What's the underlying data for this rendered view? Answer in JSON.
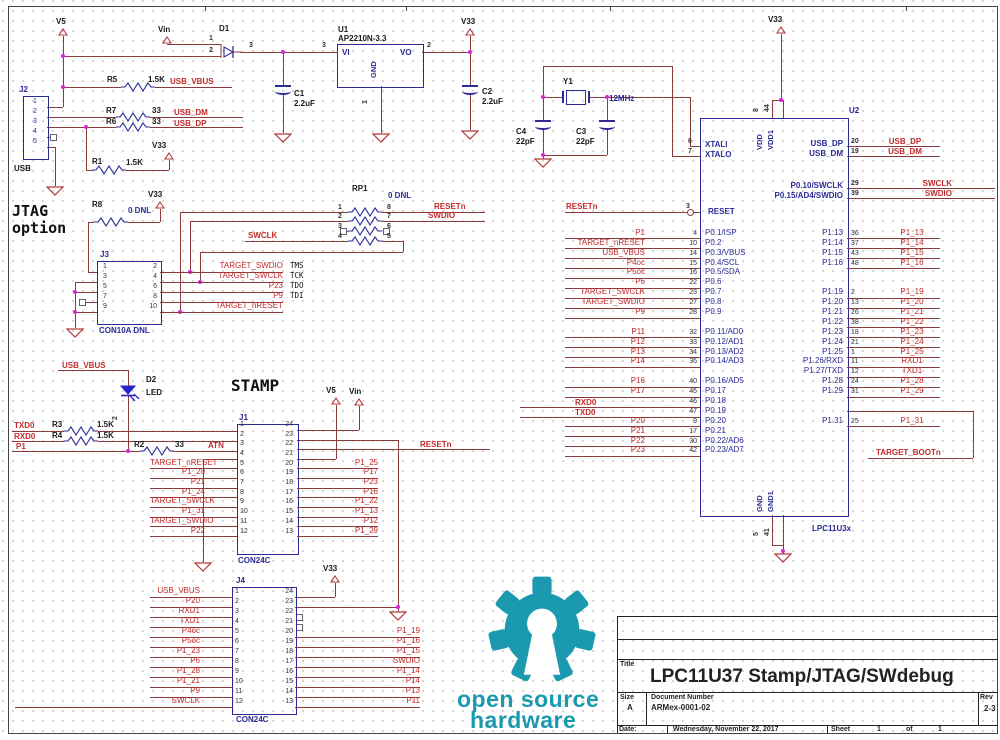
{
  "pw": {
    "v5": "V5",
    "vin": "Vin",
    "v33": "V33"
  },
  "n": {
    "usb_vbus": "USB_VBUS",
    "usb_dm": "USB_DM",
    "usb_dp": "USB_DP",
    "swclk": "SWCLK",
    "swdio": "SWDIO",
    "resetn": "RESETn",
    "txd0": "TXD0",
    "rxd0": "RXD0",
    "p1": "P1",
    "atn": "ATN",
    "boot": "TARGET_BOOTn"
  },
  "txt": {
    "jtag1": "JTAG",
    "jtag2": "option",
    "stamp": "STAMP",
    "usb": "USB"
  },
  "c": {
    "d1": {
      "r": "D1",
      "n1": "1",
      "n2": "2",
      "n3": "3"
    },
    "u1": {
      "r": "U1",
      "p": "AP2210N-3.3",
      "vi": "VI",
      "vo": "VO",
      "gnd": "GND",
      "n1": "1",
      "n2": "2",
      "n3": "3"
    },
    "c1": {
      "r": "C1",
      "v": "2.2uF"
    },
    "c2": {
      "r": "C2",
      "v": "2.2uF"
    },
    "c3": {
      "r": "C3",
      "v": "22pF"
    },
    "c4": {
      "r": "C4",
      "v": "22pF"
    },
    "y1": {
      "r": "Y1",
      "v": "12MHz"
    },
    "r1": {
      "r": "R1",
      "v": "1.5K"
    },
    "r2": {
      "r": "R2",
      "v": "33"
    },
    "r3": {
      "r": "R3",
      "v": "1.5K"
    },
    "r4": {
      "r": "R4",
      "v": "1.5K"
    },
    "r5": {
      "r": "R5",
      "v": "1.5K"
    },
    "r6": {
      "r": "R6",
      "v": "33"
    },
    "r7": {
      "r": "R7",
      "v": "33"
    },
    "r8": {
      "r": "R8",
      "v": "0 DNL"
    },
    "d2": {
      "r": "D2",
      "t": "LED",
      "n2": "2"
    }
  },
  "j2": {
    "r": "J2",
    "name": "USB",
    "pins": [
      "1",
      "2",
      "3",
      "4",
      "5"
    ]
  },
  "j3": {
    "r": "J3",
    "t": "CON10A DNL",
    "rows": [
      {
        "q": "1",
        "p": "2",
        "rn": "TARGET_SWDIO",
        "j": "TMS"
      },
      {
        "q": "3",
        "p": "4",
        "rn": "TARGET_SWCLK",
        "j": "TCK"
      },
      {
        "q": "5",
        "p": "6",
        "rn": "P23",
        "j": "TDO"
      },
      {
        "q": "7",
        "p": "8",
        "rn": "P9",
        "j": "TDI"
      },
      {
        "q": "9",
        "p": "10",
        "rn": "TARGET_nRESET",
        "j": ""
      }
    ]
  },
  "rp1": {
    "r": "RP1",
    "v": "0 DNL",
    "l": [
      "1",
      "2",
      "3",
      "4"
    ],
    "rt": [
      "8",
      "7",
      "6",
      "5"
    ],
    "resetn": "RESETn",
    "swdio": "SWDIO",
    "swclk": "SWCLK"
  },
  "j1": {
    "r": "J1",
    "t": "CON24C",
    "rows": [
      {
        "ln": "",
        "l": "1",
        "p": "24",
        "rn": ""
      },
      {
        "ln": "",
        "l": "2",
        "p": "23",
        "rn": ""
      },
      {
        "ln": "",
        "l": "3",
        "p": "22",
        "rn": ""
      },
      {
        "ln": "",
        "l": "4",
        "p": "21",
        "rn": ""
      },
      {
        "ln": "TARGET_nRESET",
        "l": "5",
        "p": "20",
        "rn": "P1_25"
      },
      {
        "ln": "P1_20",
        "l": "6",
        "p": "19",
        "rn": "P17"
      },
      {
        "ln": "P21",
        "l": "7",
        "p": "18",
        "rn": "P23"
      },
      {
        "ln": "P1_24",
        "l": "8",
        "p": "17",
        "rn": "P16"
      },
      {
        "ln": "TARGET_SWCLK",
        "l": "9",
        "p": "16",
        "rn": "P1_22"
      },
      {
        "ln": "P1_31",
        "l": "10",
        "p": "15",
        "rn": "P1_13"
      },
      {
        "ln": "TARGET_SWDIO",
        "l": "11",
        "p": "14",
        "rn": "P12"
      },
      {
        "ln": "P22",
        "l": "12",
        "p": "13",
        "rn": "P1_29"
      }
    ]
  },
  "j4": {
    "r": "J4",
    "t": "CON24C",
    "rows": [
      {
        "ln": "USB_VBUS",
        "l": "1",
        "p": "24",
        "rn": ""
      },
      {
        "ln": "P20",
        "l": "2",
        "p": "23",
        "rn": ""
      },
      {
        "ln": "RXD1",
        "l": "3",
        "p": "22",
        "rn": ""
      },
      {
        "ln": "TXD1",
        "l": "4",
        "p": "21",
        "rn": ""
      },
      {
        "ln": "P4oc",
        "l": "5",
        "p": "20",
        "rn": "P1_19"
      },
      {
        "ln": "P5oc",
        "l": "6",
        "p": "19",
        "rn": "P1_16"
      },
      {
        "ln": "P1_23",
        "l": "7",
        "p": "18",
        "rn": "P1_15"
      },
      {
        "ln": "P6",
        "l": "8",
        "p": "17",
        "rn": "SWDIO"
      },
      {
        "ln": "P1_28",
        "l": "9",
        "p": "16",
        "rn": "P1_14"
      },
      {
        "ln": "P1_21",
        "l": "10",
        "p": "15",
        "rn": "P14"
      },
      {
        "ln": "P9",
        "l": "11",
        "p": "14",
        "rn": "P13"
      },
      {
        "ln": "SWCLK",
        "l": "12",
        "p": "13",
        "rn": "P11"
      }
    ]
  },
  "u2": {
    "r": "U2",
    "part": "LPC11U3x",
    "vdd": [
      "VDD",
      "VDD1"
    ],
    "vddn": [
      "8",
      "44"
    ],
    "gnd": [
      "GND",
      "GND1"
    ],
    "gndn": [
      "5",
      "41"
    ],
    "xt": [
      {
        "n": "6",
        "m": "XTALI"
      },
      {
        "n": "7",
        "m": "XTALO"
      }
    ],
    "rst": {
      "net": "RESETn",
      "n": "3",
      "m": "RESET"
    },
    "usb": [
      {
        "net": "USB_DP",
        "n": "20",
        "m": "USB_DP"
      },
      {
        "net": "USB_DM",
        "n": "19",
        "m": "USB_DM"
      }
    ],
    "swd": [
      {
        "net": "SWCLK",
        "n": "29",
        "m": "P0.10/SWCLK"
      },
      {
        "net": "SWDIO",
        "n": "39",
        "m": "P0.15/AD4/SWDIO"
      }
    ],
    "left": [
      {
        "net": "P1",
        "num": "4",
        "name": "P0.1/ISP"
      },
      {
        "net": "TARGET_nRESET",
        "num": "10",
        "name": "P0.2"
      },
      {
        "net": "USB_VBUS",
        "num": "14",
        "name": "P0.3/VBUS"
      },
      {
        "net": "P4oc",
        "num": "15",
        "name": "P0.4/SCL"
      },
      {
        "net": "P5oc",
        "num": "16",
        "name": "P0.5/SDA"
      },
      {
        "net": "P6",
        "num": "22",
        "name": "P0.6"
      },
      {
        "net": "TARGET_SWCLK",
        "num": "23",
        "name": "P0.7"
      },
      {
        "net": "TARGET_SWDIO",
        "num": "27",
        "name": "P0.8"
      },
      {
        "net": "P9",
        "num": "28",
        "name": "P0.9"
      },
      {
        "net": "",
        "num": "",
        "name": ""
      },
      {
        "net": "P11",
        "num": "32",
        "name": "P0.11/AD0"
      },
      {
        "net": "P12",
        "num": "33",
        "name": "P0.12/AD1"
      },
      {
        "net": "P13",
        "num": "34",
        "name": "P0.13/AD2"
      },
      {
        "net": "P14",
        "num": "35",
        "name": "P0.14/AD3"
      },
      {
        "net": "",
        "num": "",
        "name": ""
      },
      {
        "net": "P16",
        "num": "40",
        "name": "P0.16/AD5"
      },
      {
        "net": "P17",
        "num": "45",
        "name": "P0.17"
      },
      {
        "net": "",
        "num": "46",
        "name": "P0.18"
      },
      {
        "net": "",
        "num": "47",
        "name": "P0.19"
      },
      {
        "net": "P20",
        "num": "9",
        "name": "P0.20"
      },
      {
        "net": "P21",
        "num": "17",
        "name": "P0.21"
      },
      {
        "net": "P22",
        "num": "30",
        "name": "P0.22/AD6"
      },
      {
        "net": "P23",
        "num": "42",
        "name": "P0.23/AD7"
      }
    ],
    "right": [
      {
        "net": "P1_13",
        "num": "36",
        "name": "P1.13"
      },
      {
        "net": "P1_14",
        "num": "37",
        "name": "P1.14"
      },
      {
        "net": "P1_15",
        "num": "43",
        "name": "P1.15"
      },
      {
        "net": "P1_16",
        "num": "48",
        "name": "P1.16"
      },
      {
        "net": "",
        "num": "",
        "name": ""
      },
      {
        "net": "",
        "num": "",
        "name": ""
      },
      {
        "net": "P1_19",
        "num": "2",
        "name": "P1.19"
      },
      {
        "net": "P1_20",
        "num": "13",
        "name": "P1.20"
      },
      {
        "net": "P1_21",
        "num": "26",
        "name": "P1.21"
      },
      {
        "net": "P1_22",
        "num": "38",
        "name": "P1.22"
      },
      {
        "net": "P1_23",
        "num": "18",
        "name": "P1.23"
      },
      {
        "net": "P1_24",
        "num": "21",
        "name": "P1.24"
      },
      {
        "net": "P1_25",
        "num": "1",
        "name": "P1.25"
      },
      {
        "net": "RXD1",
        "num": "11",
        "name": "P1.26/RXD"
      },
      {
        "net": "TXD1",
        "num": "12",
        "name": "P1.27/TXD"
      },
      {
        "net": "P1_28",
        "num": "24",
        "name": "P1.28"
      },
      {
        "net": "P1_29",
        "num": "31",
        "name": "P1.29"
      },
      {
        "net": "",
        "num": "",
        "name": ""
      },
      {
        "net": "",
        "num": "",
        "name": ""
      },
      {
        "net": "P1_31",
        "num": "25",
        "name": "P1.31"
      }
    ]
  },
  "tb": {
    "title_label": "Title",
    "title": "LPC11U37 Stamp/JTAG/SWdebug",
    "size_label": "Size",
    "size": "A",
    "doc_label": "Document Number",
    "doc": "ARMex-0001-02",
    "rev_label": "Rev",
    "rev": "2-3",
    "date_label": "Date:",
    "date": "Wednesday, November 22, 2017",
    "sheet_label": "Sheet",
    "sheet": "1",
    "of_label": "of",
    "total": "1"
  },
  "logo": {
    "l1": "open source",
    "l2": "hardware"
  }
}
